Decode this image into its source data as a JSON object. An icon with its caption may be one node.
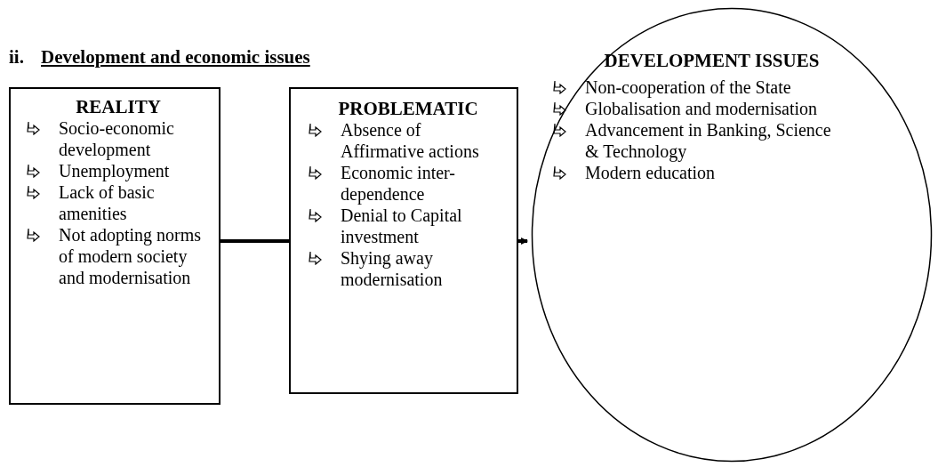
{
  "diagram": {
    "title": "Development and economic issues",
    "nodes": [
      {
        "text": [
          "REALITY",
          "Socio-economic development",
          "Unemployment",
          "Lack of basic amenities",
          "Not adopting norms of modern society and modernisation"
        ]
      },
      {
        "text": [
          "PROBLEMATIC",
          "Absence of Affirmative actions",
          "Economic inter-dependence",
          "Denial to Capital investment",
          "Shying away modernisation"
        ]
      },
      {
        "text": [
          "DEVELOPMENT ISSUES",
          "Non-cooperation of the State",
          "Globalisation and modernisation",
          "Advancement in Banking, Science & Technology",
          "Modern education"
        ]
      }
    ],
    "edges": [
      {
        "from": 0,
        "to": 1,
        "arrow": "none"
      },
      {
        "from": 1,
        "to": 2,
        "arrow": "to"
      }
    ],
    "labels": [
      "ii."
    ]
  }
}
